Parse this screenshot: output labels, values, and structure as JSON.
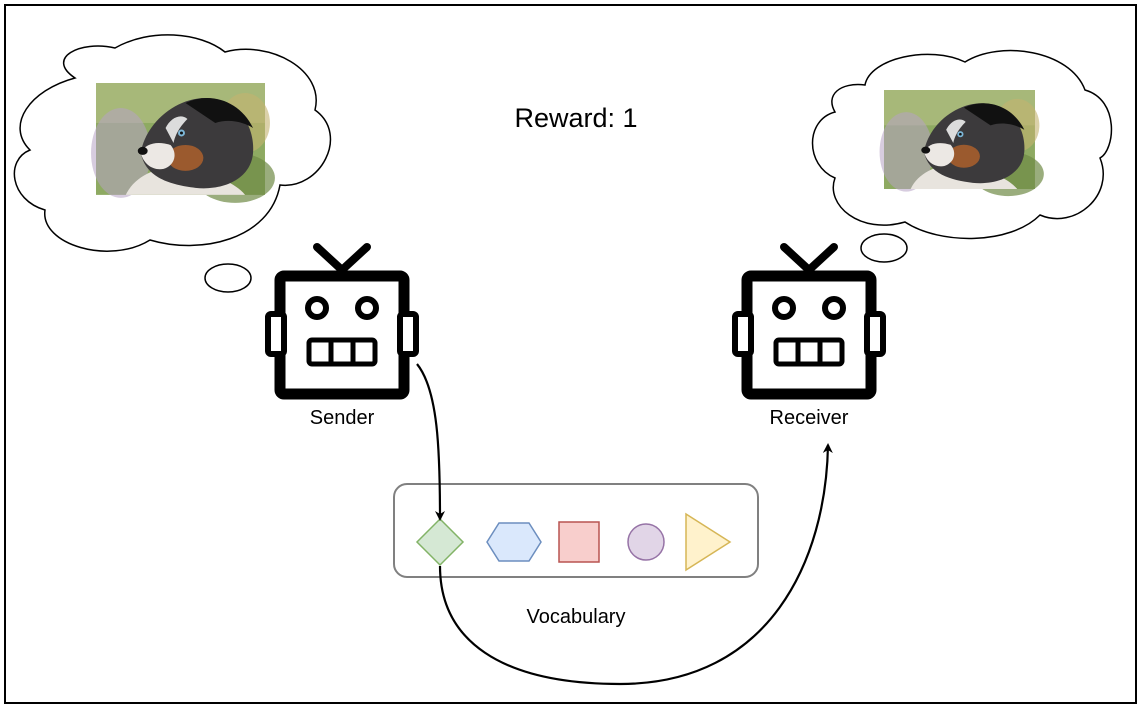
{
  "title": "Reward: 1",
  "agents": {
    "sender": {
      "label": "Sender"
    },
    "receiver": {
      "label": "Receiver"
    }
  },
  "vocabulary": {
    "label": "Vocabulary",
    "symbols": [
      {
        "name": "diamond",
        "fill": "#d5e8d4",
        "stroke": "#82b366"
      },
      {
        "name": "hexagon",
        "fill": "#dae8fc",
        "stroke": "#6c8ebf"
      },
      {
        "name": "square",
        "fill": "#f8cecc",
        "stroke": "#b85450"
      },
      {
        "name": "circle",
        "fill": "#e1d5e7",
        "stroke": "#9673a6"
      },
      {
        "name": "triangle",
        "fill": "#fff2cc",
        "stroke": "#d6b656"
      }
    ]
  },
  "colors": {
    "frame": "#000000",
    "robot": "#000000",
    "cloud_stroke": "#000000",
    "vocab_border": "#808080"
  }
}
